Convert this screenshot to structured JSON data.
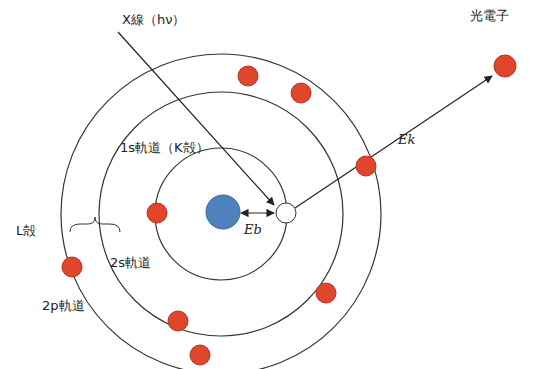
{
  "diagram": {
    "labels": [
      "X線（hν）",
      "光電子",
      "Ek",
      "1s軌道（K殻）",
      "Eb",
      "L殻",
      "2s軌道",
      "2p軌道"
    ]
  }
}
